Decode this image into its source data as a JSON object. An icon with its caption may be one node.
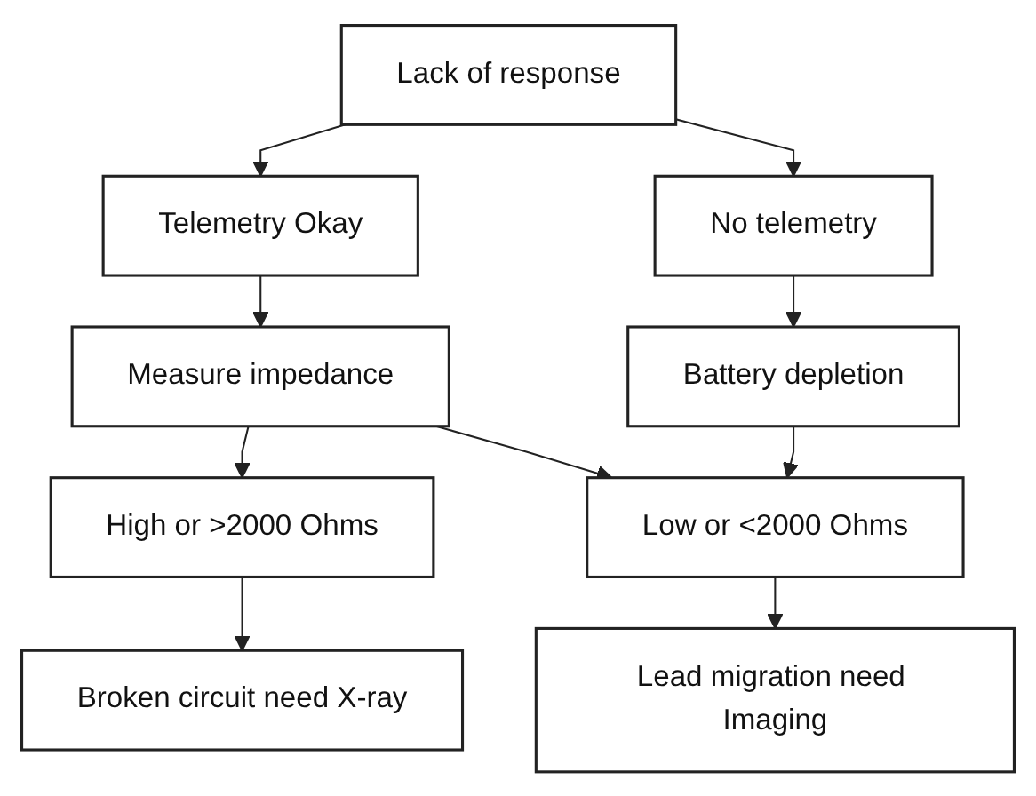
{
  "diagram": {
    "nodes": [
      {
        "text": [
          "Lack of response"
        ]
      },
      {
        "text": [
          "Telemetry Okay"
        ]
      },
      {
        "text": [
          "No telemetry"
        ]
      },
      {
        "text": [
          "Measure impedance"
        ]
      },
      {
        "text": [
          "Battery depletion"
        ]
      },
      {
        "text": [
          "High or >2000 Ohms"
        ]
      },
      {
        "text": [
          "Low or <2000 Ohms"
        ]
      },
      {
        "text": [
          "Broken circuit need X-ray"
        ]
      },
      {
        "text": [
          "Lead migration need Imaging"
        ]
      }
    ],
    "edges": [
      {
        "from": 0,
        "to": 1,
        "arrow": "to"
      },
      {
        "from": 0,
        "to": 2,
        "arrow": "to"
      },
      {
        "from": 1,
        "to": 3,
        "arrow": "to"
      },
      {
        "from": 2,
        "to": 4,
        "arrow": "to"
      },
      {
        "from": 3,
        "to": 5,
        "arrow": "to"
      },
      {
        "from": 3,
        "to": 6,
        "arrow": "to"
      },
      {
        "from": 4,
        "to": 6,
        "arrow": "to"
      },
      {
        "from": 5,
        "to": 7,
        "arrow": "to"
      },
      {
        "from": 6,
        "to": 8,
        "arrow": "to"
      }
    ]
  }
}
